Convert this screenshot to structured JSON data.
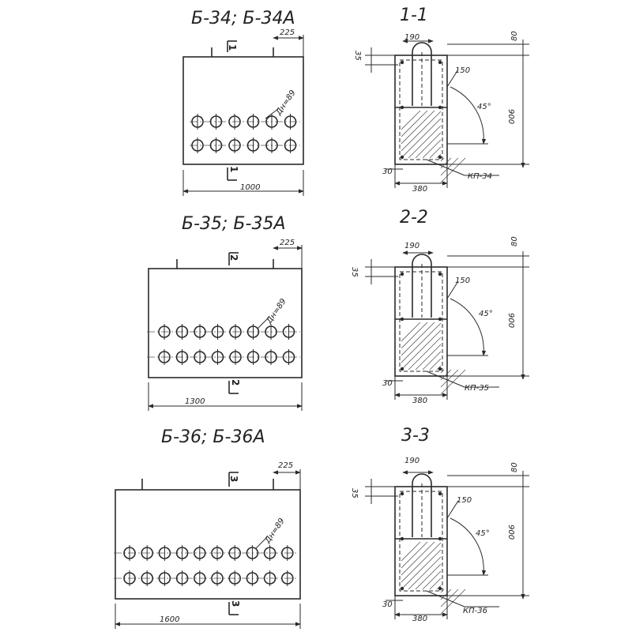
{
  "blocks": [
    {
      "title": "Б-34; Б-34А",
      "width_label": "1000",
      "offset_label": "225",
      "hole_label": "Дн=89",
      "section_mark": "1",
      "hole_count": 6
    },
    {
      "title": "Б-35; Б-35А",
      "width_label": "1300",
      "offset_label": "225",
      "hole_label": "Дн=89",
      "section_mark": "2",
      "hole_count": 8
    },
    {
      "title": "Б-36; Б-36А",
      "width_label": "1600",
      "offset_label": "225",
      "hole_label": "Дн=89",
      "section_mark": "3",
      "hole_count": 10
    }
  ],
  "sections": [
    {
      "title": "1-1",
      "top_width": "190",
      "top_offset": "35",
      "right_top": "80",
      "chamfer": "150",
      "angle": "45°",
      "height": "900",
      "bottom_margin": "30",
      "bottom_width": "380",
      "rebar_label": "КП-34"
    },
    {
      "title": "2-2",
      "top_width": "190",
      "top_offset": "35",
      "right_top": "80",
      "chamfer": "150",
      "angle": "45°",
      "height": "900",
      "bottom_margin": "30",
      "bottom_width": "380",
      "rebar_label": "КП-35"
    },
    {
      "title": "3-3",
      "top_width": "190",
      "top_offset": "35",
      "right_top": "80",
      "chamfer": "150",
      "angle": "45°",
      "height": "900",
      "bottom_margin": "30",
      "bottom_width": "380",
      "rebar_label": "КП-36"
    }
  ]
}
